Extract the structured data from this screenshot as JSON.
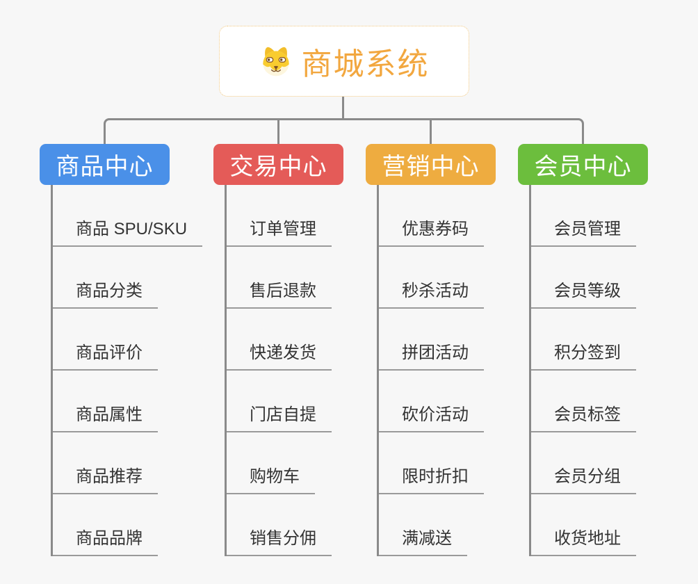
{
  "canvas": {
    "background": "#F7F7F7",
    "connector_color": "#8A8A8A",
    "underline_color": "#9A9A9A"
  },
  "root": {
    "title": "商城系统",
    "icon": "dog-face-icon",
    "title_color": "#F2A73F",
    "border_color": "#F1C77F"
  },
  "branches": [
    {
      "id": "product-center",
      "label": "商品中心",
      "color": "#4A90E8",
      "children": [
        "商品 SPU/SKU",
        "商品分类",
        "商品评价",
        "商品属性",
        "商品推荐",
        "商品品牌"
      ]
    },
    {
      "id": "trade-center",
      "label": "交易中心",
      "color": "#E45B58",
      "children": [
        "订单管理",
        "售后退款",
        "快递发货",
        "门店自提",
        "购物车",
        "销售分佣"
      ]
    },
    {
      "id": "marketing-center",
      "label": "营销中心",
      "color": "#EEAC40",
      "children": [
        "优惠券码",
        "秒杀活动",
        "拼团活动",
        "砍价活动",
        "限时折扣",
        "满减送"
      ]
    },
    {
      "id": "member-center",
      "label": "会员中心",
      "color": "#6CBE3D",
      "children": [
        "会员管理",
        "会员等级",
        "积分签到",
        "会员标签",
        "会员分组",
        "收货地址"
      ]
    }
  ]
}
